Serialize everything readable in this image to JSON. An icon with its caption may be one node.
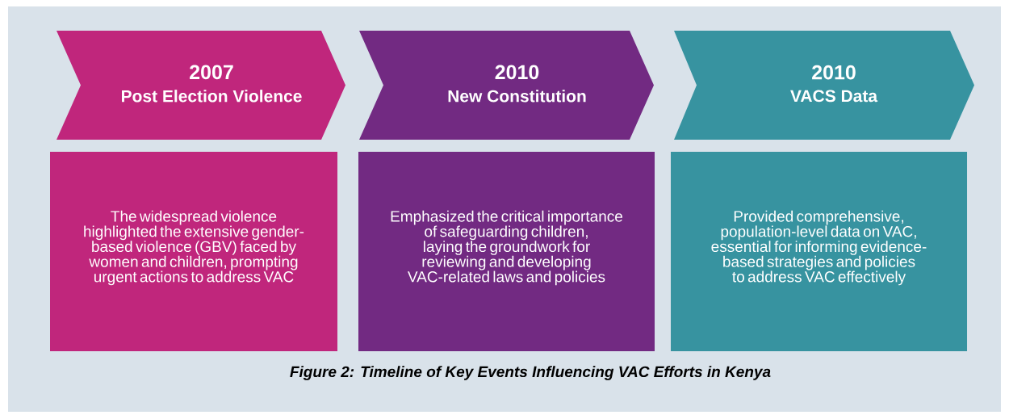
{
  "diagram": {
    "caption": "Figure 2: Timeline of Key Events Influencing VAC Efforts in Kenya",
    "nodes": [
      {
        "text": [
          "2007",
          "Post Election Violence"
        ]
      },
      {
        "text": [
          "2010",
          "New Constitution"
        ]
      },
      {
        "text": [
          "2010",
          "VACS Data"
        ]
      },
      {
        "text": [
          "The widespread violence highlighted the extensive gender-based violence (GBV) faced by women and children, prompting urgent actions to address VAC"
        ]
      },
      {
        "text": [
          "Emphasized the critical importance of safeguarding children, laying the groundwork for reviewing and developing VAC-related laws and policies"
        ]
      },
      {
        "text": [
          "Provided comprehensive, population-level data on VAC, essential for informing evidence-based strategies and policies to address VAC effectively"
        ]
      }
    ]
  }
}
